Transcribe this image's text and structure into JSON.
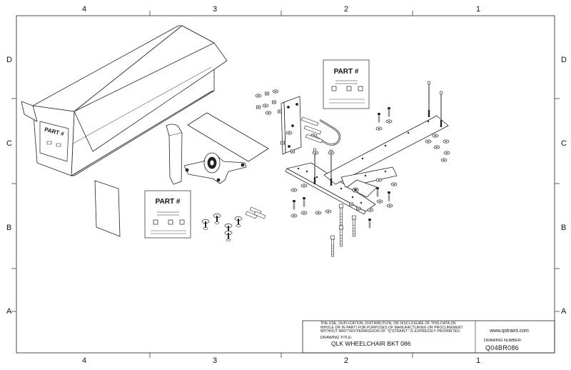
{
  "border": {
    "top_zones": [
      "4",
      "3",
      "2",
      "1"
    ],
    "bottom_zones": [
      "4",
      "3",
      "2",
      "1"
    ],
    "left_zones": [
      "D",
      "C",
      "B",
      "A"
    ],
    "right_zones": [
      "D",
      "C",
      "B",
      "A"
    ]
  },
  "labels": {
    "part_number": "PART #"
  },
  "title_block": {
    "notice": "THE USE, DUPLICATION, DISTRIBUTION, OR DISCLOSURE OF THIS DATA (IN WHOLE OR IN PART) FOR PURPOSES OF MANUFACTURING OR PROCUREMENT WITHOUT WRITTEN PERMISSION OF \"Q'STRAINT\" IS EXPRESSLY PROHIBITED.",
    "drawing_title_label": "DRAWING TITLE:",
    "drawing_title": "QLK WHEELCHAIR BKT 086",
    "website": "www.qstraint.com",
    "drawing_number_label": "DRAWING NUMBER:",
    "drawing_number": "Q04BR086"
  }
}
